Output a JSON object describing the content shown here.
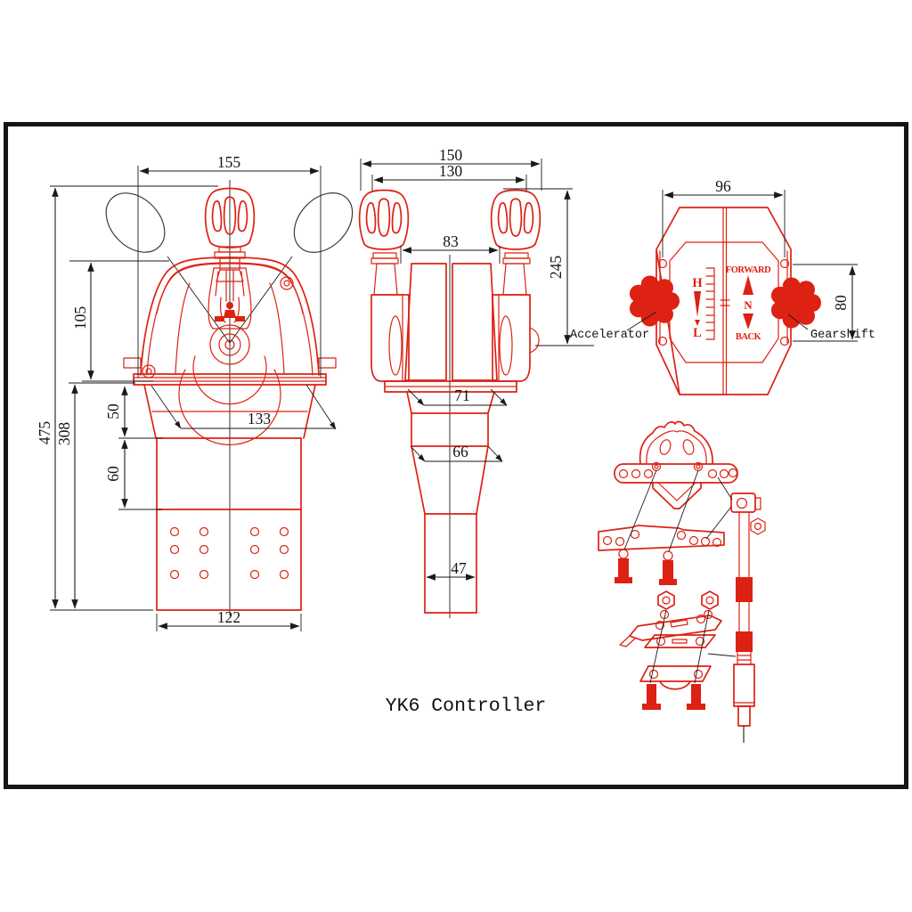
{
  "title": "YK6 Controller",
  "colors": {
    "line_red": "#dd2113",
    "line_black": "#1a1a1a",
    "background": "#ffffff"
  },
  "views": {
    "front": {
      "dims": {
        "overall_width": "155",
        "dome_height": "105",
        "overall_height": "475",
        "lower_height": "308",
        "skirt_height": "50",
        "mid_height": "60",
        "skirt_width": "133",
        "base_width": "122"
      }
    },
    "side": {
      "dims": {
        "overall_width": "150",
        "knob_span": "130",
        "body_width": "83",
        "height": "245",
        "neck_width": "71",
        "taper_width": "66",
        "column_width": "47"
      }
    },
    "top": {
      "dims": {
        "width": "96",
        "height": "80"
      },
      "labels": {
        "accelerator": "Accelerator",
        "gearshift": "Gearshift"
      },
      "panel": {
        "high": "H",
        "low": "L",
        "forward": "FORWARD",
        "neutral": "N",
        "back": "BACK"
      }
    }
  }
}
